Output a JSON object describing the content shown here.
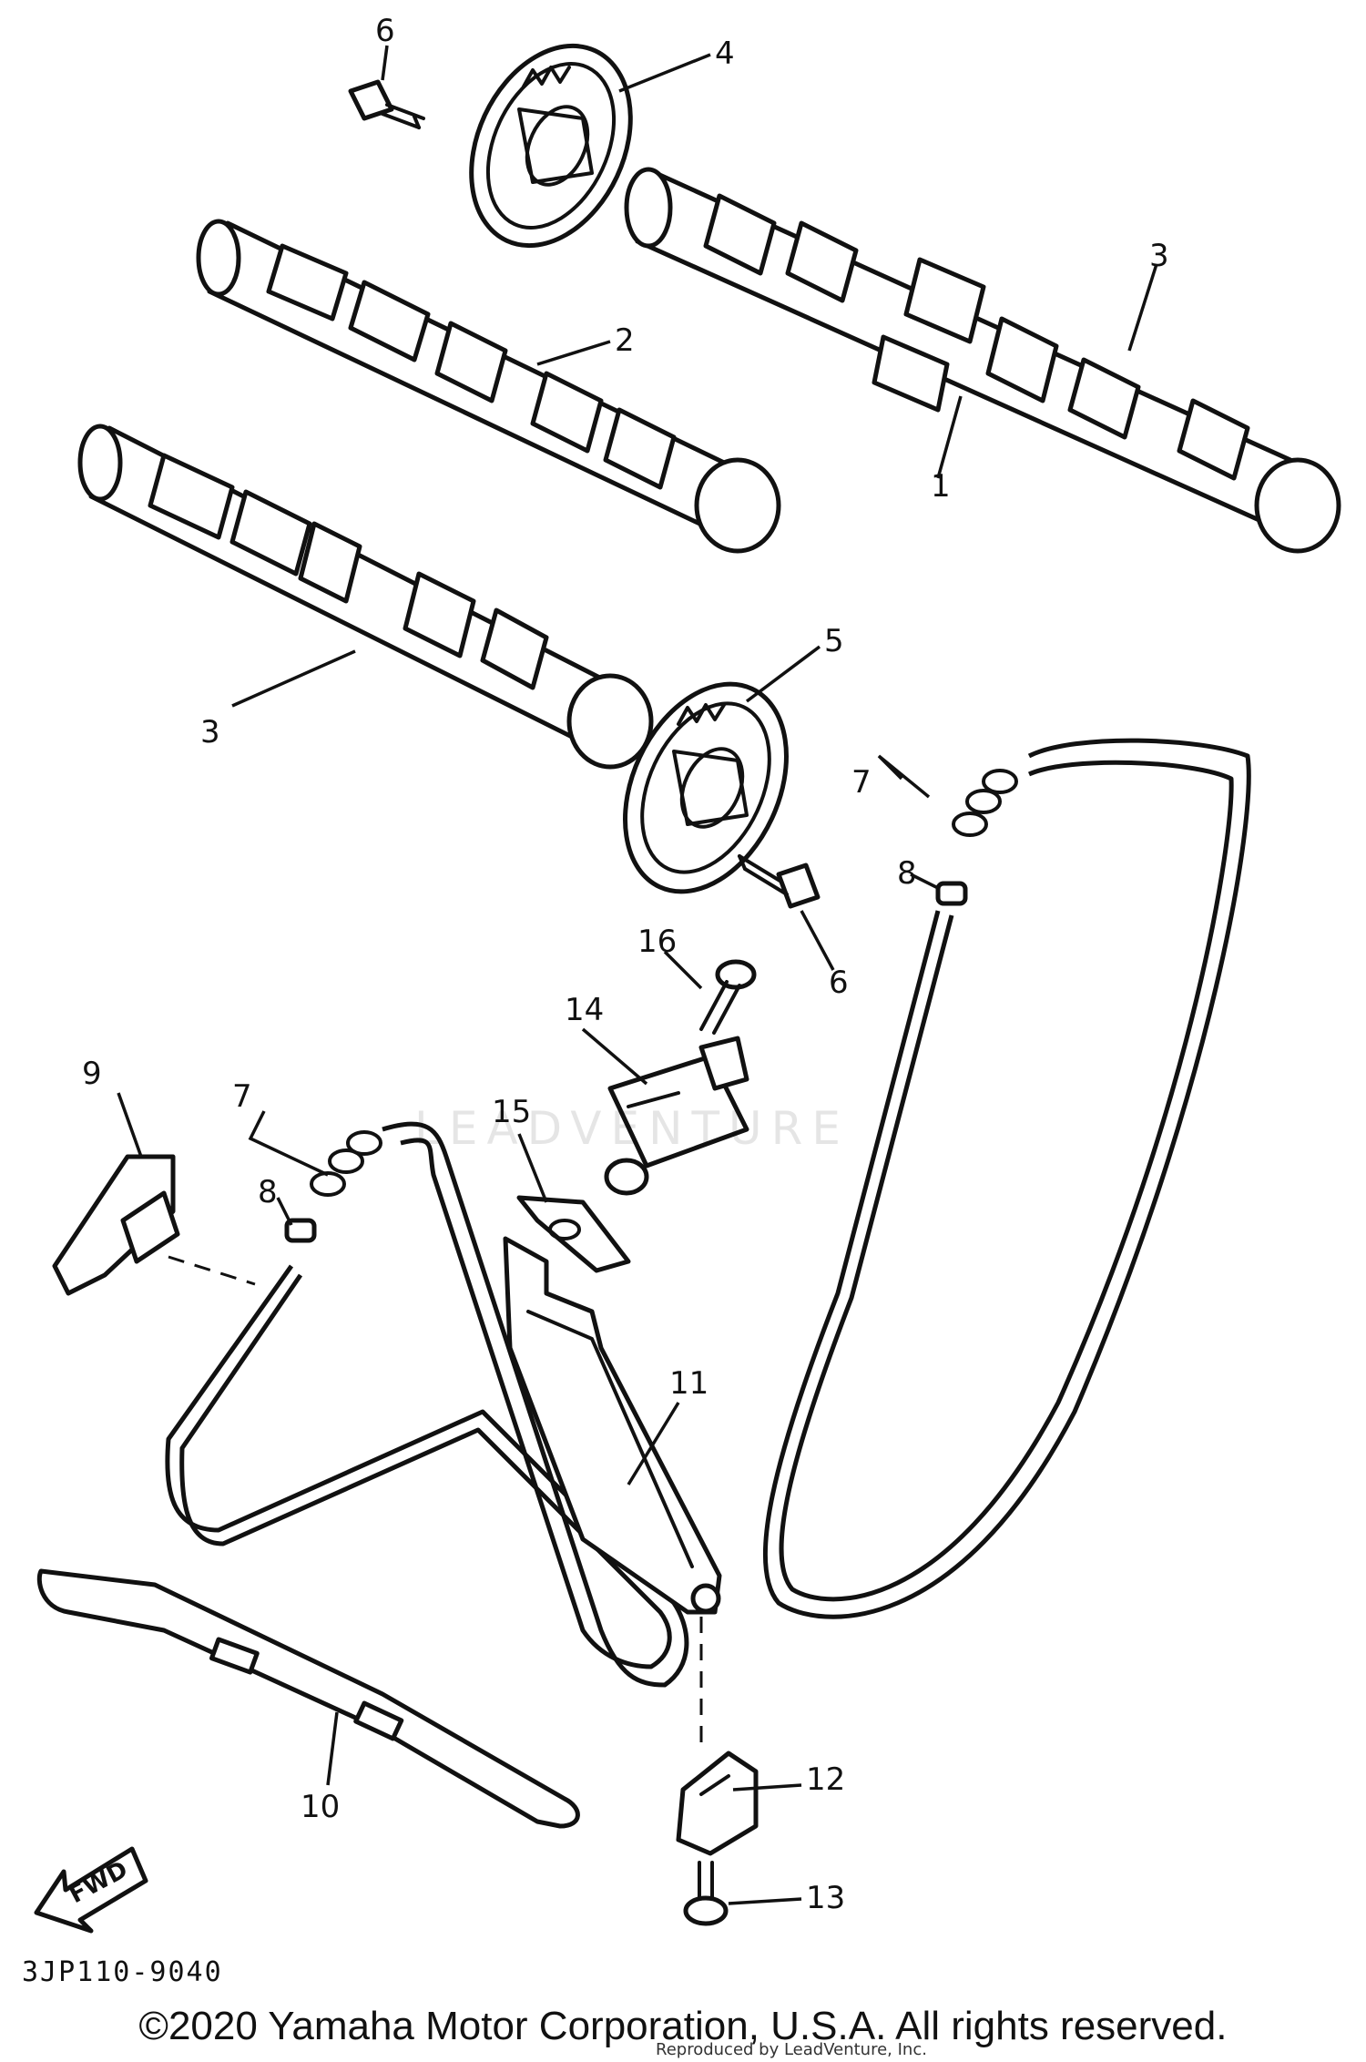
{
  "diagram": {
    "callouts": [
      {
        "id": "c6a",
        "label": "6"
      },
      {
        "id": "c4",
        "label": "4"
      },
      {
        "id": "c3a",
        "label": "3"
      },
      {
        "id": "c2",
        "label": "2"
      },
      {
        "id": "c1",
        "label": "1"
      },
      {
        "id": "c3b",
        "label": "3"
      },
      {
        "id": "c5",
        "label": "5"
      },
      {
        "id": "c7a",
        "label": "7"
      },
      {
        "id": "c8a",
        "label": "8"
      },
      {
        "id": "c6b",
        "label": "6"
      },
      {
        "id": "c16",
        "label": "16"
      },
      {
        "id": "c14",
        "label": "14"
      },
      {
        "id": "c9",
        "label": "9"
      },
      {
        "id": "c7b",
        "label": "7"
      },
      {
        "id": "c15",
        "label": "15"
      },
      {
        "id": "c8b",
        "label": "8"
      },
      {
        "id": "c11",
        "label": "11"
      },
      {
        "id": "c12",
        "label": "12"
      },
      {
        "id": "c10",
        "label": "10"
      },
      {
        "id": "c13",
        "label": "13"
      }
    ],
    "fwd_label": "FWD",
    "drawing_code": "3JP110-9040",
    "watermark": "LEADVENTURE",
    "copyright": "©2020 Yamaha Motor Corporation, U.S.A. All rights reserved.",
    "reproduced_note": "Reproduced by LeadVenture, Inc."
  }
}
